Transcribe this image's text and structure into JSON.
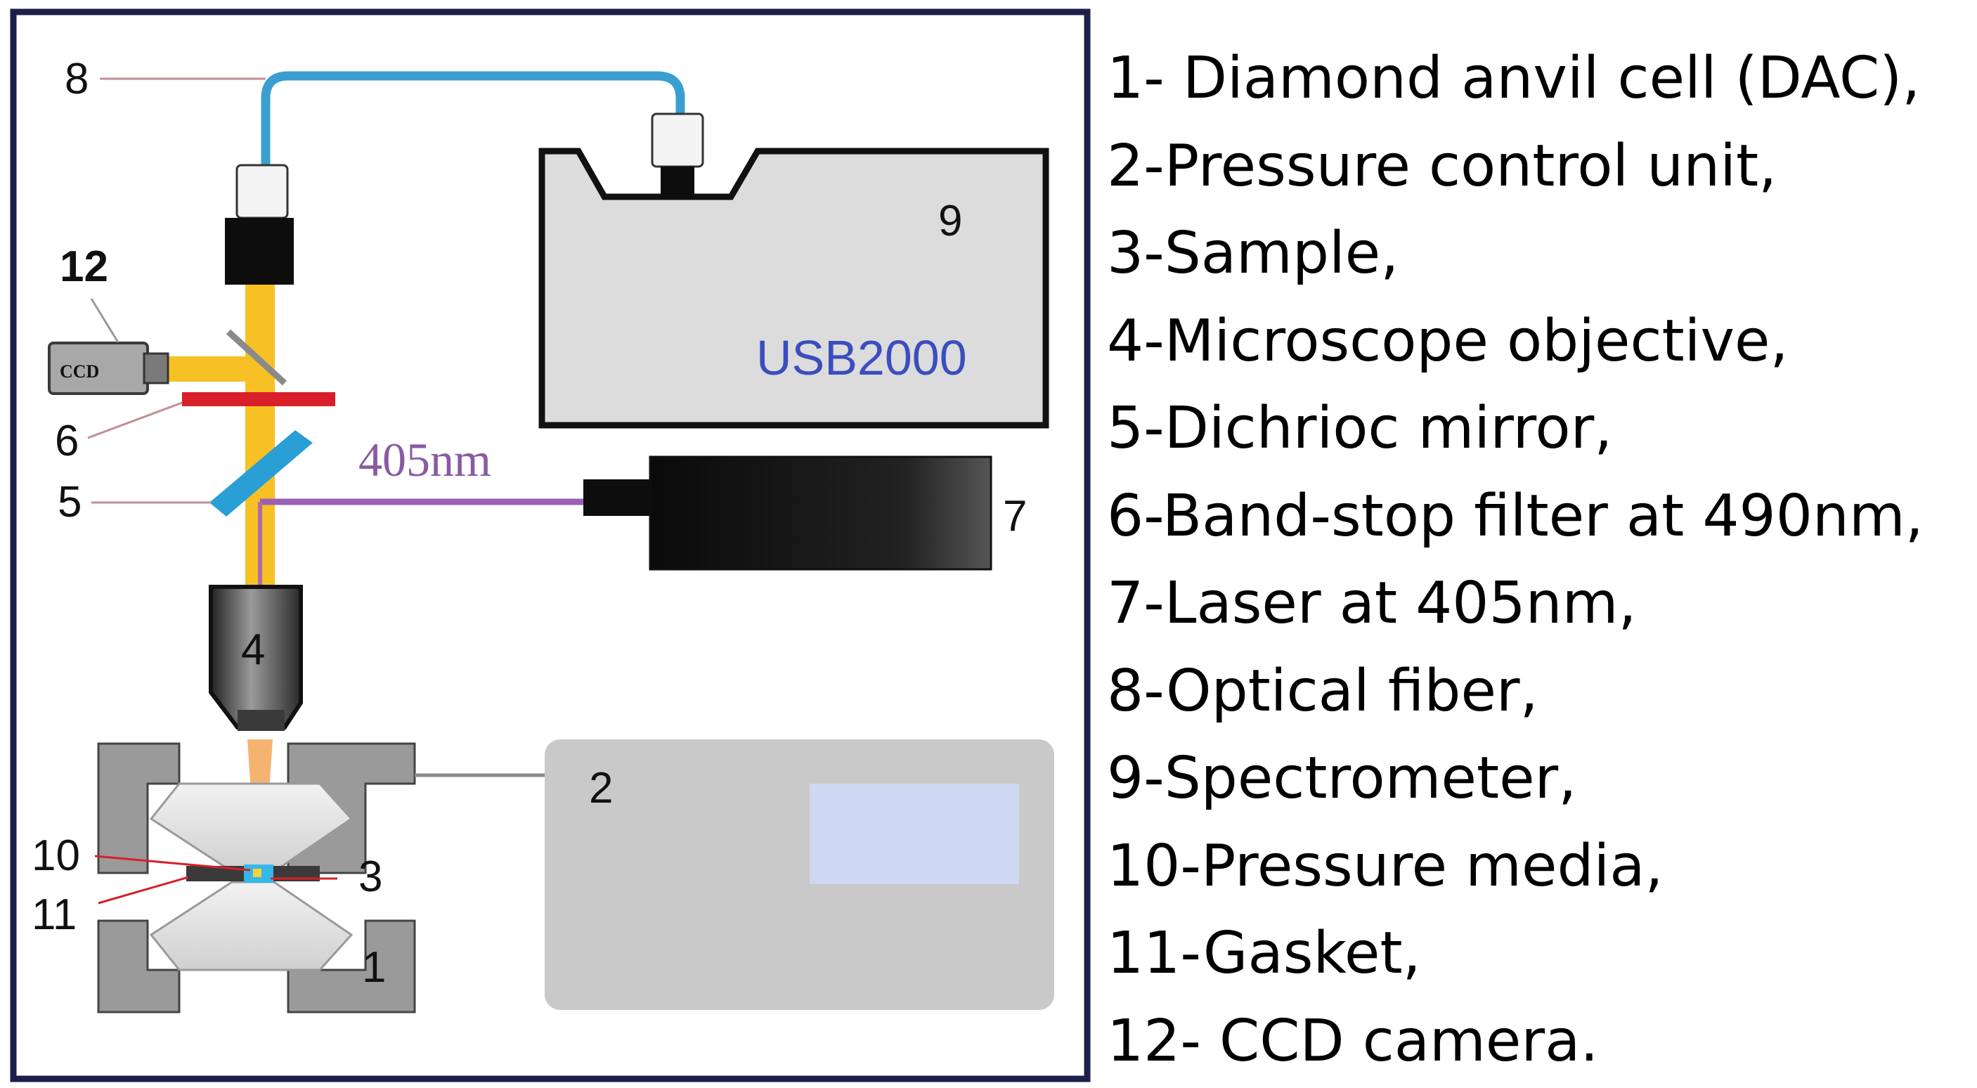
{
  "diagram": {
    "labels": {
      "n1": "1",
      "n2": "2",
      "n3": "3",
      "n4": "4",
      "n5": "5",
      "n6": "6",
      "n7": "7",
      "n8": "8",
      "n9": "9",
      "n10": "10",
      "n11": "11",
      "n12": "12"
    },
    "ccd_text": "CCD",
    "spectrometer_model": "USB2000",
    "laser_wavelength_label": "405nm"
  },
  "legend": [
    "1- Diamond anvil cell (DAC),",
    "2-Pressure control unit,",
    "3-Sample,",
    "4-Microscope objective,",
    "5-Dichrioc mirror,",
    "6-Band-stop filter at 490nm,",
    "7-Laser at 405nm,",
    "8-Optical fiber,",
    "9-Spectrometer,",
    "10-Pressure media,",
    "11-Gasket,",
    "12- CCD camera."
  ],
  "colors": {
    "frame": "#1c1f4a",
    "beam": "#f7c025",
    "laser_beam": "#9b5fb5",
    "fiber": "#3a9fd0",
    "filter": "#d81f2a",
    "mirror": "#2a9fd6",
    "usb_text": "#3b4dbf",
    "panel_gray": "#c9c9c9",
    "screen": "#cfd8f2"
  }
}
